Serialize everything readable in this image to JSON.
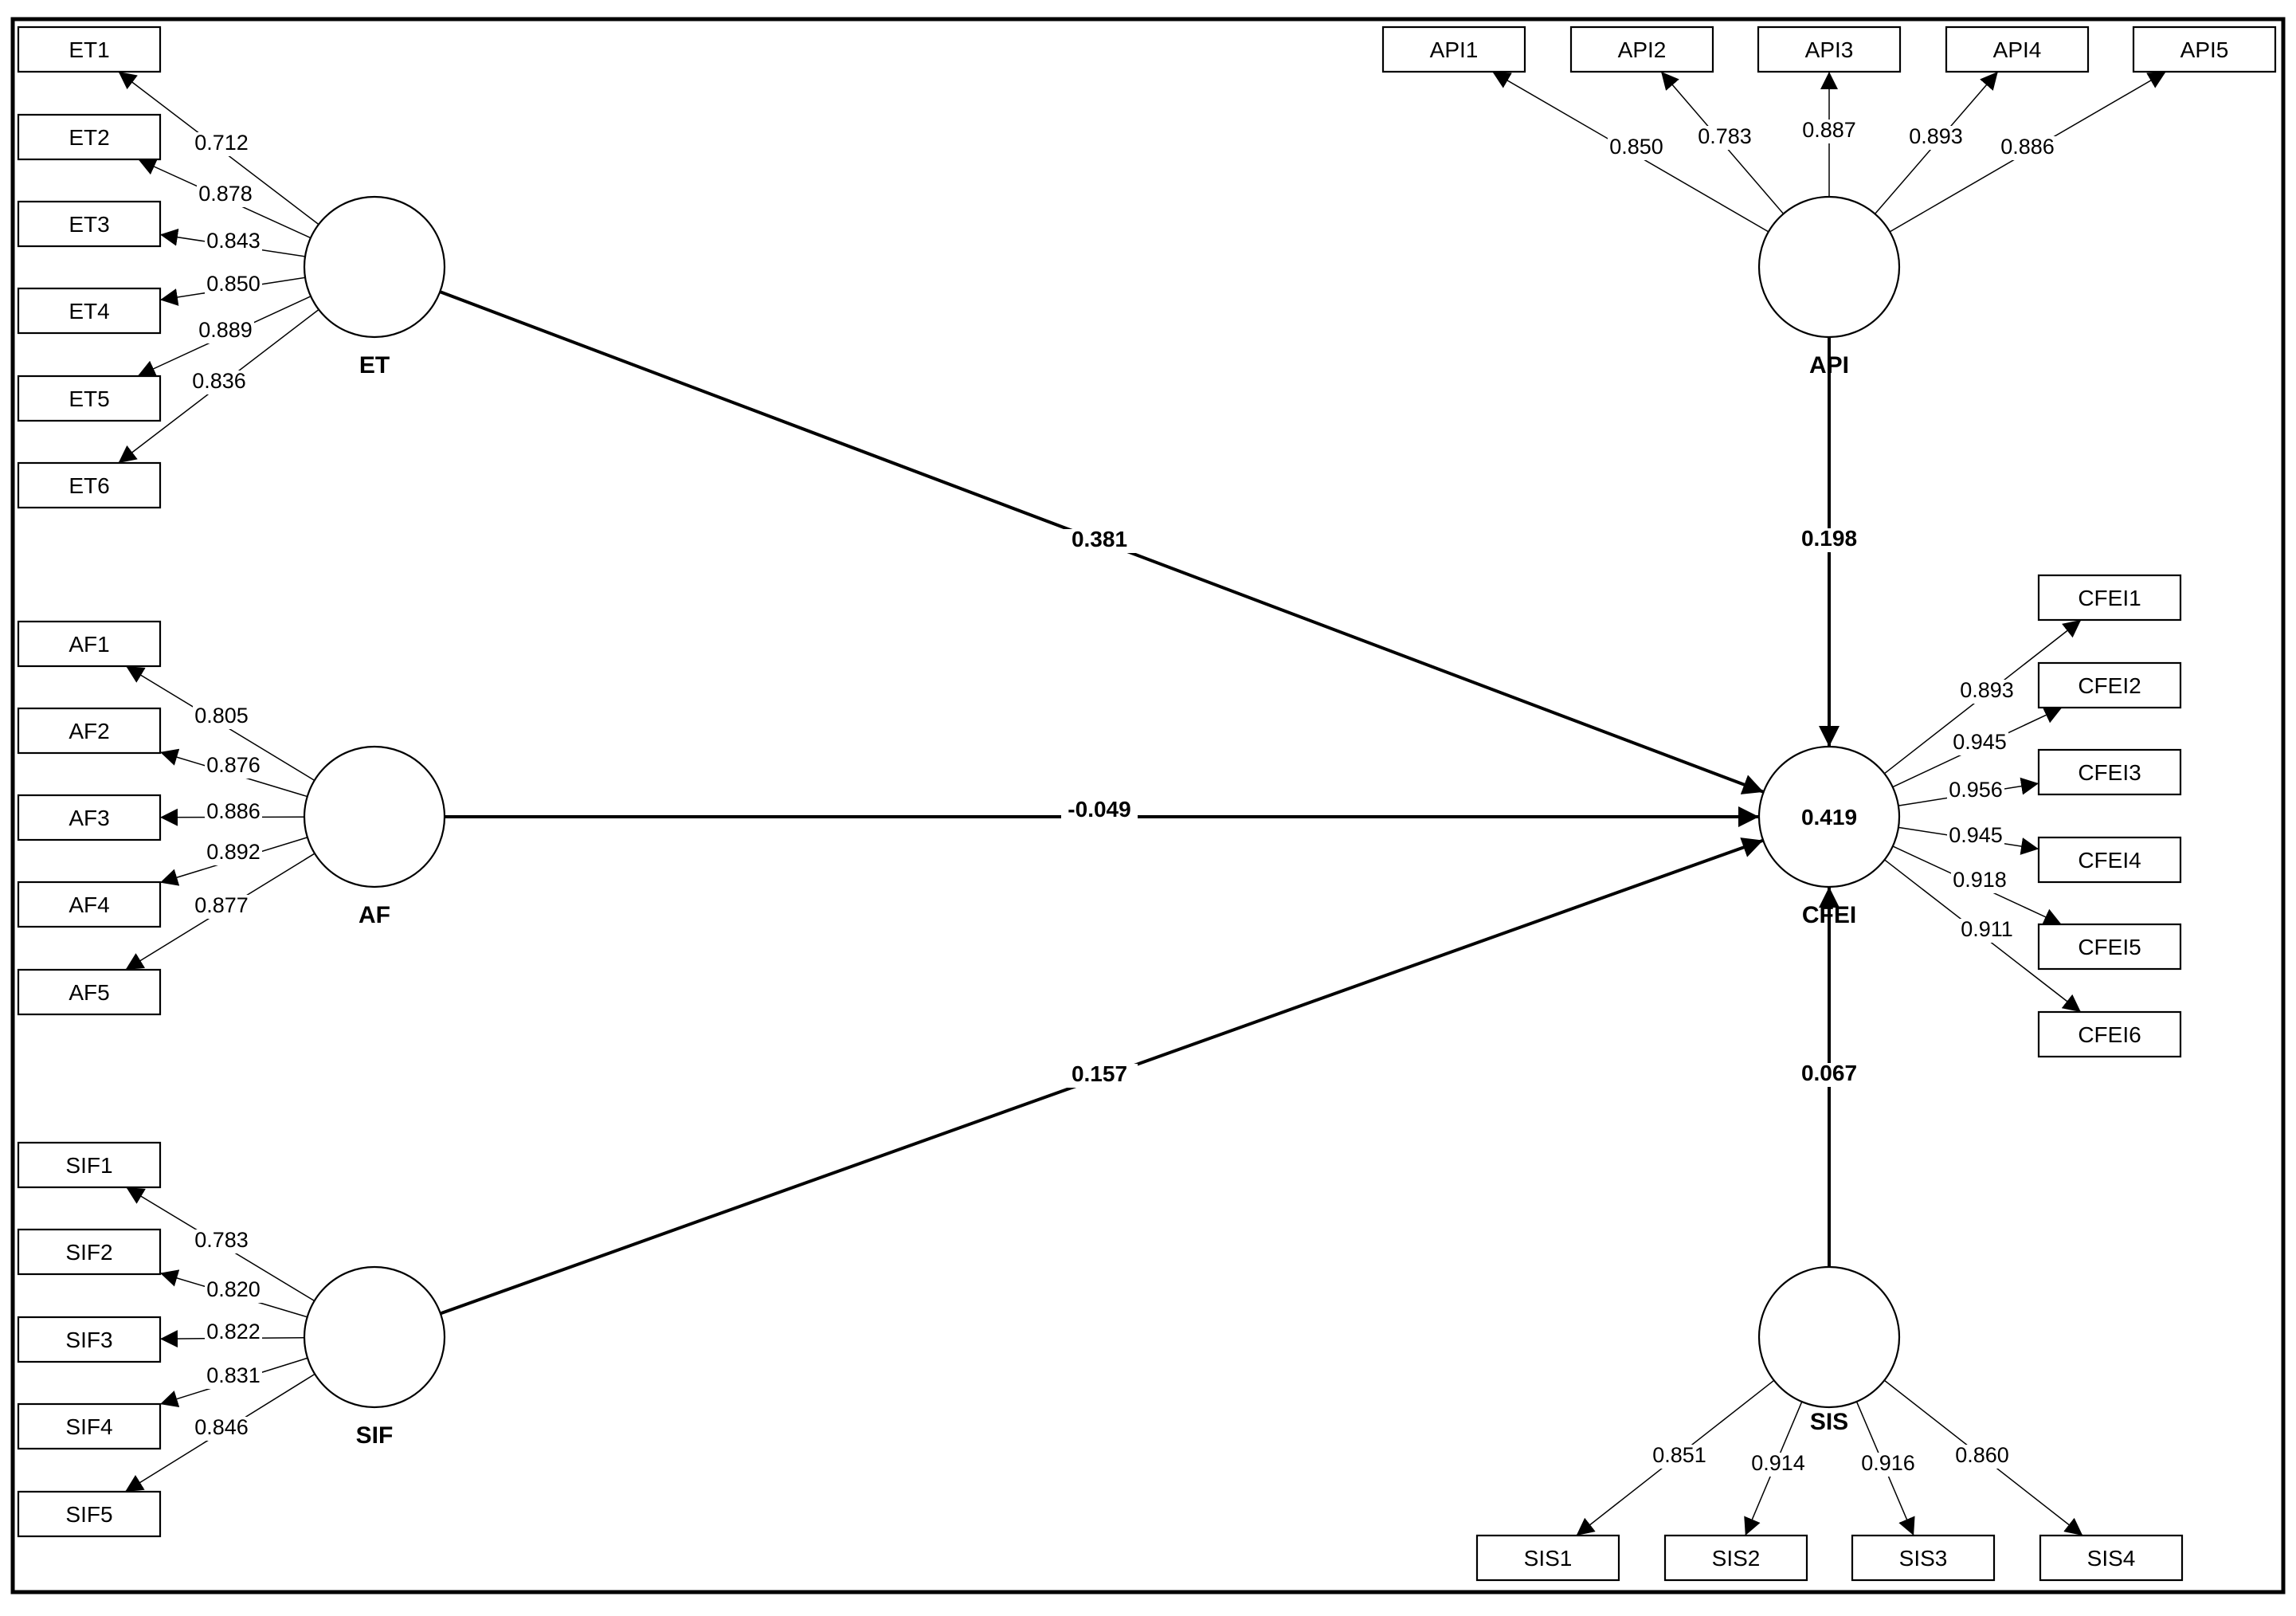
{
  "constructs": {
    "ET": {
      "name": "ET"
    },
    "AF": {
      "name": "AF"
    },
    "SIF": {
      "name": "SIF"
    },
    "API": {
      "name": "API"
    },
    "CFEI": {
      "name": "CFEI",
      "r2": "0.419"
    },
    "SIS": {
      "name": "SIS"
    }
  },
  "indicators": [
    {
      "construct": "ET",
      "label": "ET1",
      "loading": "0.712"
    },
    {
      "construct": "ET",
      "label": "ET2",
      "loading": "0.878"
    },
    {
      "construct": "ET",
      "label": "ET3",
      "loading": "0.843"
    },
    {
      "construct": "ET",
      "label": "ET4",
      "loading": "0.850"
    },
    {
      "construct": "ET",
      "label": "ET5",
      "loading": "0.889"
    },
    {
      "construct": "ET",
      "label": "ET6",
      "loading": "0.836"
    },
    {
      "construct": "AF",
      "label": "AF1",
      "loading": "0.805"
    },
    {
      "construct": "AF",
      "label": "AF2",
      "loading": "0.876"
    },
    {
      "construct": "AF",
      "label": "AF3",
      "loading": "0.886"
    },
    {
      "construct": "AF",
      "label": "AF4",
      "loading": "0.892"
    },
    {
      "construct": "AF",
      "label": "AF5",
      "loading": "0.877"
    },
    {
      "construct": "SIF",
      "label": "SIF1",
      "loading": "0.783"
    },
    {
      "construct": "SIF",
      "label": "SIF2",
      "loading": "0.820"
    },
    {
      "construct": "SIF",
      "label": "SIF3",
      "loading": "0.822"
    },
    {
      "construct": "SIF",
      "label": "SIF4",
      "loading": "0.831"
    },
    {
      "construct": "SIF",
      "label": "SIF5",
      "loading": "0.846"
    },
    {
      "construct": "API",
      "label": "API1",
      "loading": "0.850"
    },
    {
      "construct": "API",
      "label": "API2",
      "loading": "0.783"
    },
    {
      "construct": "API",
      "label": "API3",
      "loading": "0.887"
    },
    {
      "construct": "API",
      "label": "API4",
      "loading": "0.893"
    },
    {
      "construct": "API",
      "label": "API5",
      "loading": "0.886"
    },
    {
      "construct": "CFEI",
      "label": "CFEI1",
      "loading": "0.893"
    },
    {
      "construct": "CFEI",
      "label": "CFEI2",
      "loading": "0.945"
    },
    {
      "construct": "CFEI",
      "label": "CFEI3",
      "loading": "0.956"
    },
    {
      "construct": "CFEI",
      "label": "CFEI4",
      "loading": "0.945"
    },
    {
      "construct": "CFEI",
      "label": "CFEI5",
      "loading": "0.918"
    },
    {
      "construct": "CFEI",
      "label": "CFEI6",
      "loading": "0.911"
    },
    {
      "construct": "SIS",
      "label": "SIS1",
      "loading": "0.851"
    },
    {
      "construct": "SIS",
      "label": "SIS2",
      "loading": "0.914"
    },
    {
      "construct": "SIS",
      "label": "SIS3",
      "loading": "0.916"
    },
    {
      "construct": "SIS",
      "label": "SIS4",
      "loading": "0.860"
    }
  ],
  "paths": [
    {
      "from": "ET",
      "to": "CFEI",
      "coefficient": "0.381"
    },
    {
      "from": "AF",
      "to": "CFEI",
      "coefficient": "-0.049"
    },
    {
      "from": "SIF",
      "to": "CFEI",
      "coefficient": "0.157"
    },
    {
      "from": "API",
      "to": "CFEI",
      "coefficient": "0.198"
    },
    {
      "from": "SIS",
      "to": "CFEI",
      "coefficient": "0.067"
    }
  ]
}
